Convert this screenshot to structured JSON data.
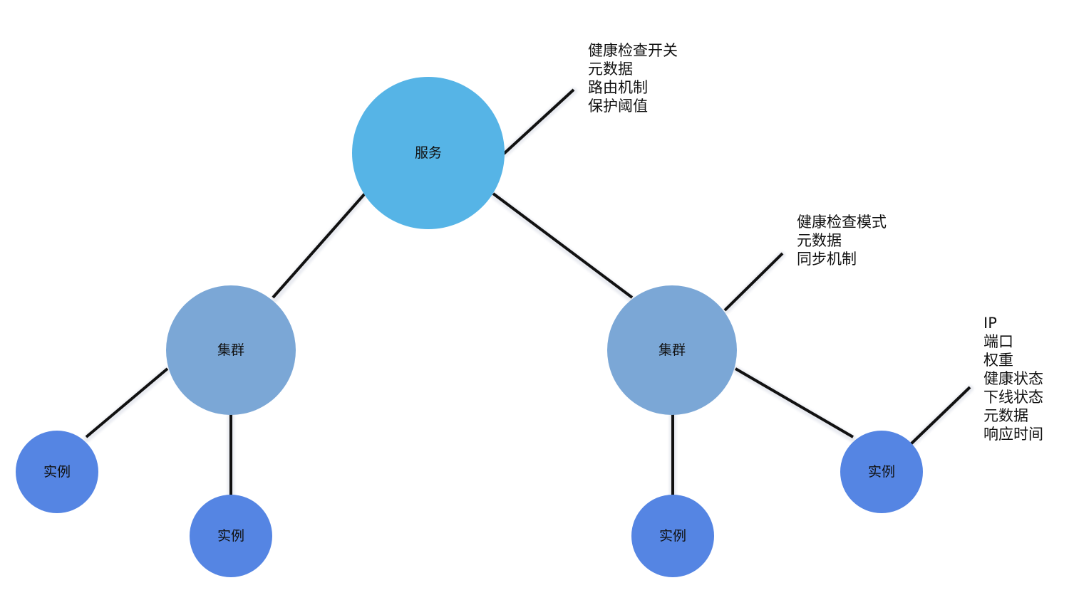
{
  "colors": {
    "service": "#56B4E6",
    "cluster": "#7BA7D6",
    "instance": "#5585E3",
    "edge": "#111111",
    "edge_shadow": "#E9EBF1"
  },
  "nodes": {
    "service": "服务",
    "cluster_left": "集群",
    "cluster_right": "集群",
    "instance_1": "实例",
    "instance_2": "实例",
    "instance_3": "实例",
    "instance_4": "实例"
  },
  "annotations": {
    "service_attrs": [
      "健康检查开关",
      "元数据",
      "路由机制",
      "保护阈值"
    ],
    "cluster_attrs": [
      "健康检查模式",
      "元数据",
      "同步机制"
    ],
    "instance_attrs": [
      "IP",
      "端口",
      "权重",
      "健康状态",
      "下线状态",
      "元数据",
      "响应时间"
    ]
  }
}
